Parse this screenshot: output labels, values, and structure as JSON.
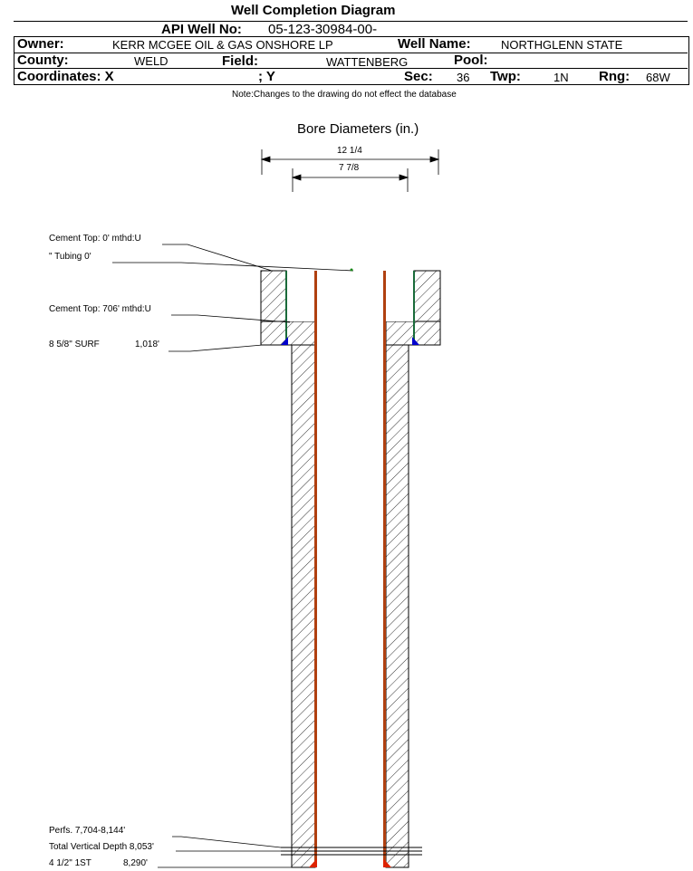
{
  "header": {
    "title": "Well Completion Diagram",
    "api_label": "API Well No:",
    "api_value": "05-123-30984-00-",
    "owner_label": "Owner:",
    "owner_value": "KERR MCGEE OIL & GAS ONSHORE LP",
    "well_name_label": "Well Name:",
    "well_name_value": "NORTHGLENN STATE",
    "county_label": "County:",
    "county_value": "WELD",
    "field_label": "Field:",
    "field_value": "WATTENBERG",
    "pool_label": "Pool:",
    "pool_value": "",
    "coord_label": "Coordinates: X",
    "coord_y_label": "; Y",
    "sec_label": "Sec:",
    "sec_value": "36",
    "twp_label": "Twp:",
    "twp_value": "1N",
    "rng_label": "Rng:",
    "rng_value": "68W",
    "note": "Note:Changes to the drawing do not effect the database"
  },
  "diagram": {
    "title": "Bore Diameters (in.)",
    "outer_bore": "12 1/4",
    "inner_bore": "7 7/8",
    "annotations": {
      "cement_top_1": "Cement Top: 0' mthd:U",
      "tubing": "\" Tubing 0'",
      "cement_top_2": "Cement Top: 706' mthd:U",
      "surface_casing": "8 5/8\" SURF",
      "surface_depth": "1,018'",
      "perfs": "Perfs. 7,704-8,144'",
      "tvd": "Total Vertical Depth 8,053'",
      "production_casing": "4 1/2\" 1ST",
      "production_depth": "8,290'"
    },
    "colors": {
      "casing": "#b04010",
      "surface_casing": "#1a6b3a",
      "shoe_blue": "#0000cc",
      "shoe_red": "#dd2200"
    }
  }
}
